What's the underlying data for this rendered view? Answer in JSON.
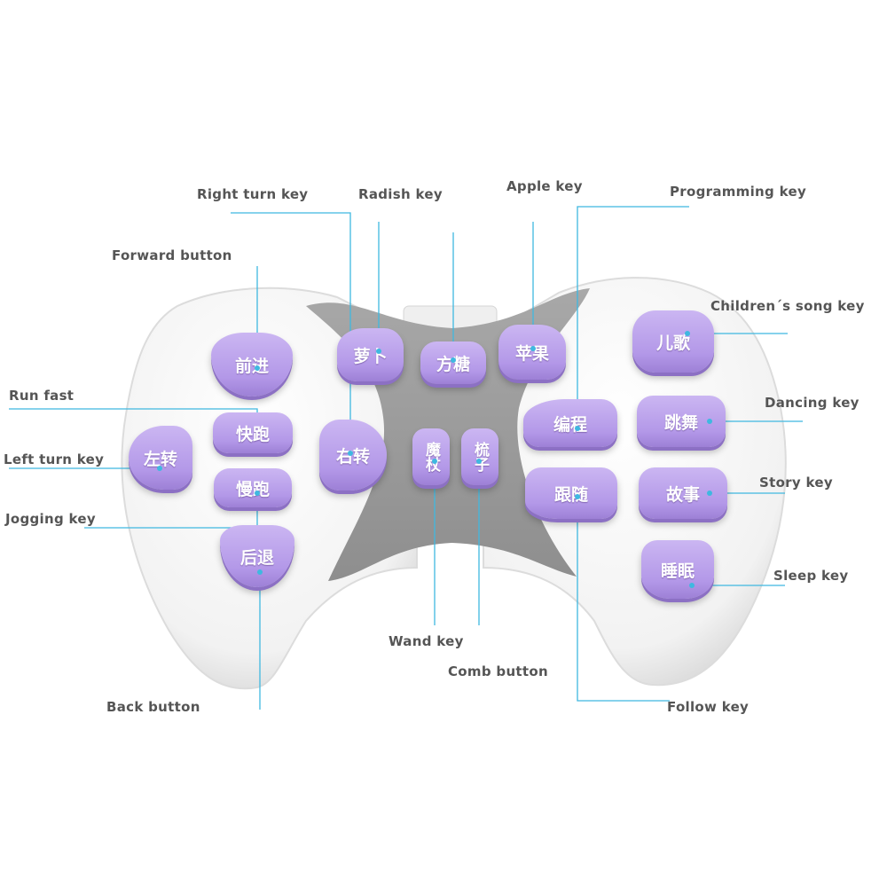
{
  "labels": {
    "right_turn_key": "Right turn key",
    "radish_key": "Radish key",
    "apple_key": "Apple key",
    "programming_key": "Programming key",
    "forward_button": "Forward button",
    "childrens_song_key": "Children´s song key",
    "run_fast": "Run fast",
    "dancing_key": "Dancing key",
    "left_turn_key": "Left turn key",
    "story_key": "Story key",
    "jogging_key": "Jogging key",
    "sleep_key": "Sleep key",
    "wand_key": "Wand key",
    "comb_button": "Comb button",
    "back_button": "Back button",
    "follow_key": "Follow key"
  },
  "keys": {
    "forward": "前进",
    "run_fast": "快跑",
    "jogging": "慢跑",
    "back": "后退",
    "left_turn": "左转",
    "right_turn": "右转",
    "radish": "萝卜",
    "sugar_cube": "方糖",
    "apple": "苹果",
    "wand": "魔杖",
    "comb": "梳子",
    "programming": "编程",
    "follow": "跟随",
    "childrens_song": "儿歌",
    "dancing": "跳舞",
    "story": "故事",
    "sleep": "睡眠"
  },
  "colors": {
    "key_purple": "#b9a0ec",
    "body_white": "#f7f7f7",
    "center_gray": "#9a9a9a",
    "leader_line": "#3fb8e0",
    "label_text": "#555555"
  }
}
